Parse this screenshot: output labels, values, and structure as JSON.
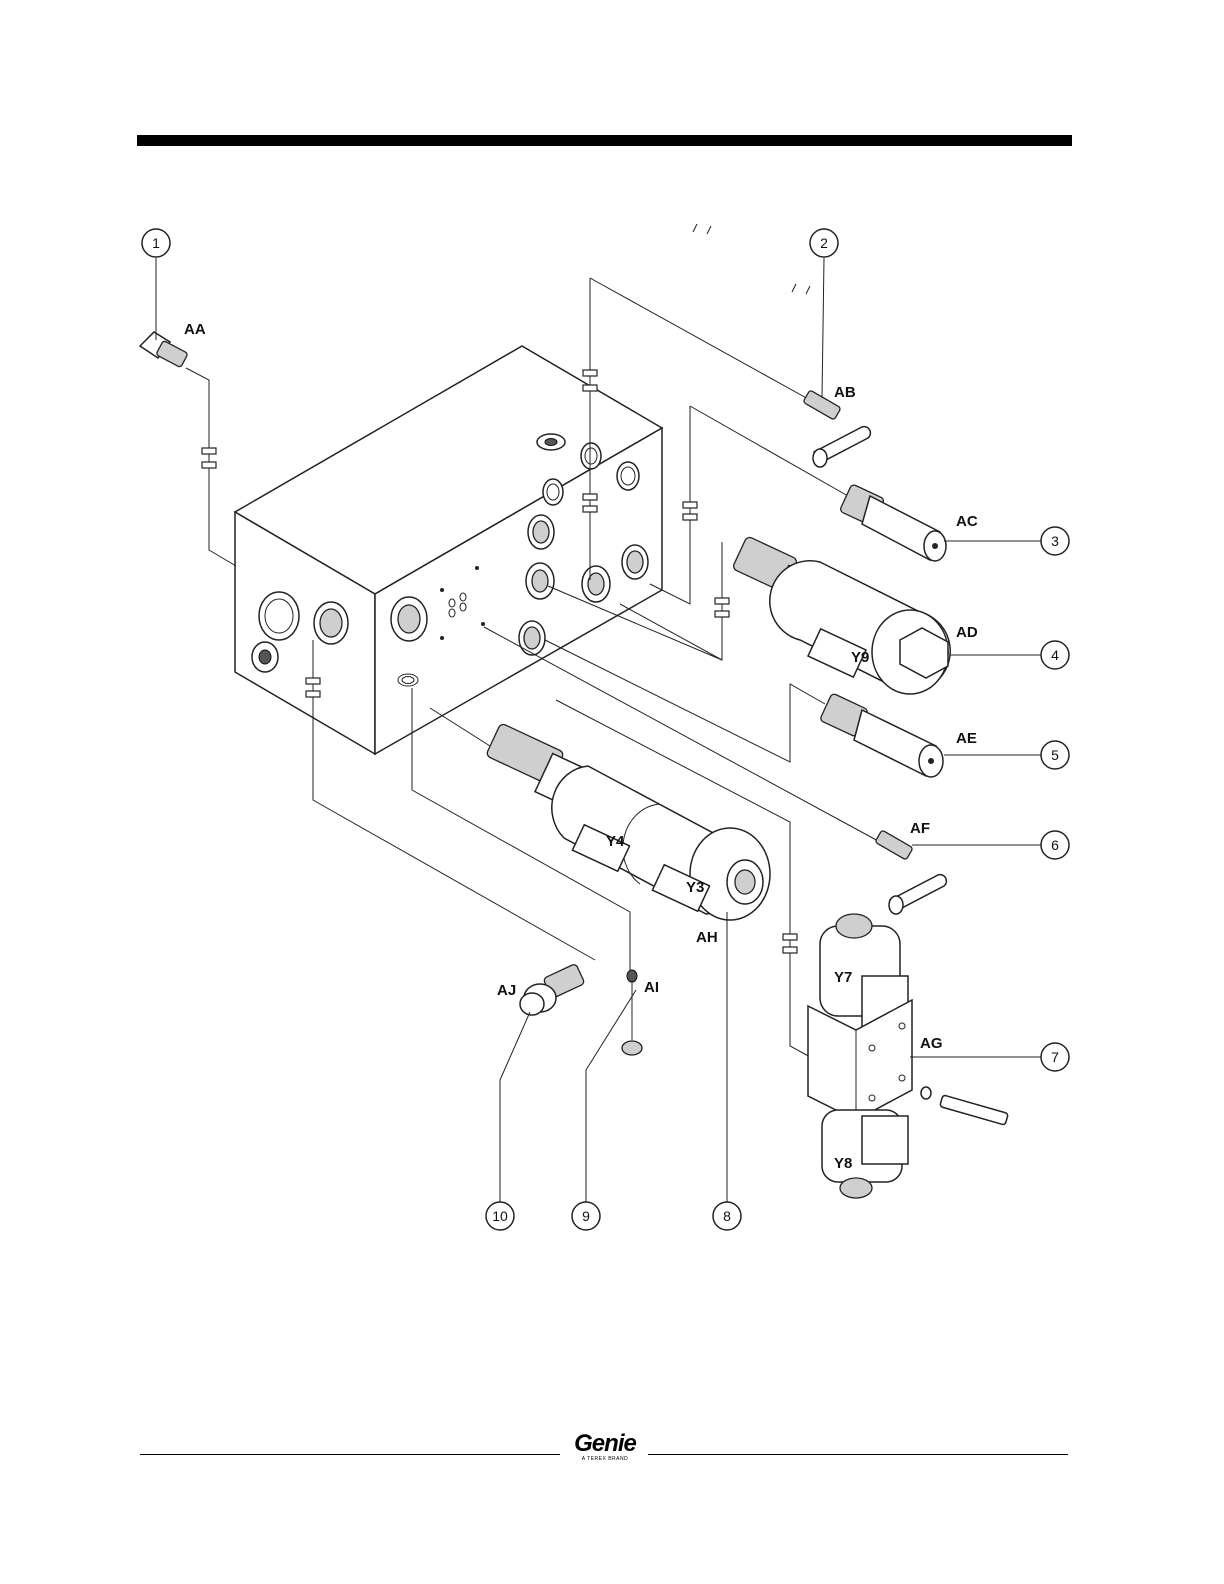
{
  "brand": {
    "logo_text": "Genie",
    "tagline": "A TEREX BRAND"
  },
  "diagram": {
    "callouts": [
      {
        "num": "1",
        "letter": "AA"
      },
      {
        "num": "2",
        "letter": "AB"
      },
      {
        "num": "3",
        "letter": "AC"
      },
      {
        "num": "4",
        "letter": "AD"
      },
      {
        "num": "5",
        "letter": "AE"
      },
      {
        "num": "6",
        "letter": "AF"
      },
      {
        "num": "7",
        "letter": "AG"
      },
      {
        "num": "8",
        "letter": "AH"
      },
      {
        "num": "9",
        "letter": "AI"
      },
      {
        "num": "10",
        "letter": "AJ"
      }
    ],
    "coil_labels": {
      "y9": "Y9",
      "y4": "Y4",
      "y3": "Y3",
      "y7": "Y7",
      "y8": "Y8"
    }
  }
}
